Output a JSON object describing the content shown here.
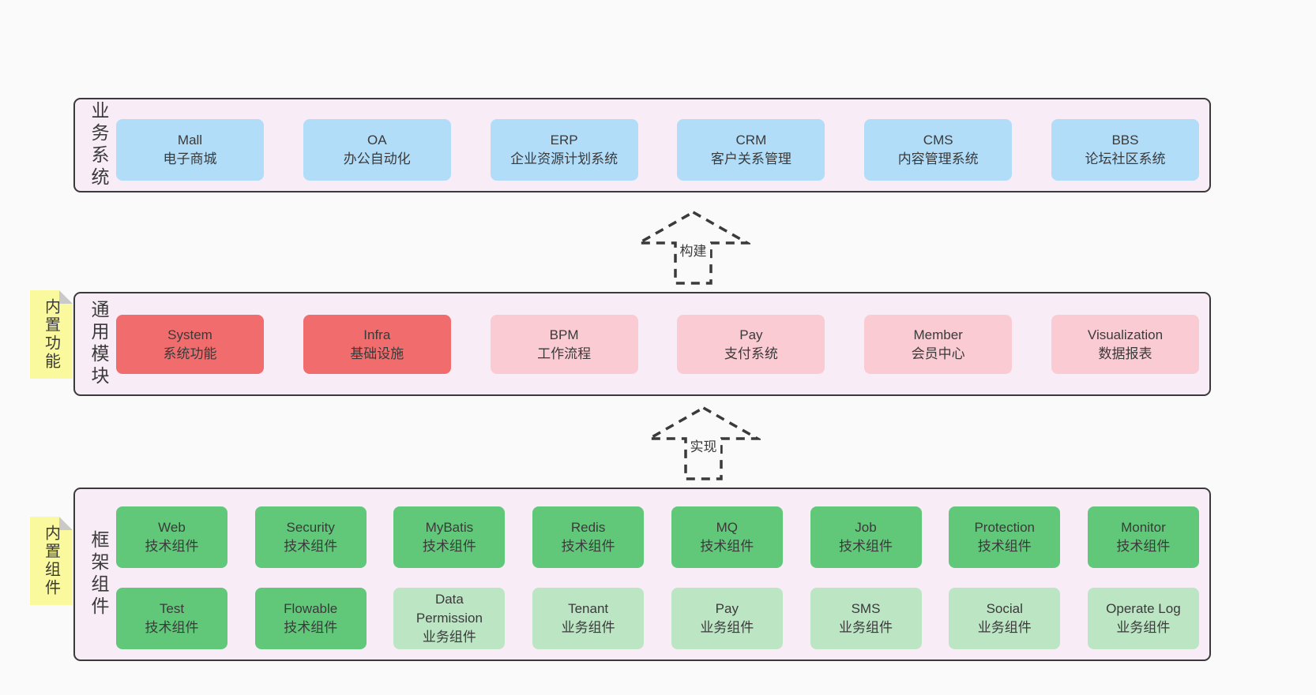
{
  "colors": {
    "page_bg": "#fafafa",
    "band_bg": "#f8ecf6",
    "band_border": "#3a3a3a",
    "business_box_blue": "#b1ddf9",
    "module_box_red": "#f16c6c",
    "module_box_pink": "#fbcbd3",
    "component_box_green_dark": "#61c87a",
    "component_box_green_light": "#bce5c4",
    "sticky_note_yellow": "#fbf99e",
    "text": "#3a3a3a"
  },
  "arrows": {
    "build": "构建",
    "implement": "实现"
  },
  "band1": {
    "label": "业务系统",
    "boxes": [
      {
        "name": "Mall",
        "desc": "电子商城"
      },
      {
        "name": "OA",
        "desc": "办公自动化"
      },
      {
        "name": "ERP",
        "desc": "企业资源计划系统"
      },
      {
        "name": "CRM",
        "desc": "客户关系管理"
      },
      {
        "name": "CMS",
        "desc": "内容管理系统"
      },
      {
        "name": "BBS",
        "desc": "论坛社区系统"
      }
    ]
  },
  "band2": {
    "label": "通用模块",
    "note": "内置功能",
    "boxes": [
      {
        "name": "System",
        "desc": "系统功能"
      },
      {
        "name": "Infra",
        "desc": "基础设施"
      },
      {
        "name": "BPM",
        "desc": "工作流程"
      },
      {
        "name": "Pay",
        "desc": "支付系统"
      },
      {
        "name": "Member",
        "desc": "会员中心"
      },
      {
        "name": "Visualization",
        "desc": "数据报表"
      }
    ]
  },
  "band3": {
    "label": "框架组件",
    "note": "内置组件",
    "row1": [
      {
        "name": "Web",
        "desc": "技术组件"
      },
      {
        "name": "Security",
        "desc": "技术组件"
      },
      {
        "name": "MyBatis",
        "desc": "技术组件"
      },
      {
        "name": "Redis",
        "desc": "技术组件"
      },
      {
        "name": "MQ",
        "desc": "技术组件"
      },
      {
        "name": "Job",
        "desc": "技术组件"
      },
      {
        "name": "Protection",
        "desc": "技术组件"
      },
      {
        "name": "Monitor",
        "desc": "技术组件"
      }
    ],
    "row2": [
      {
        "name": "Test",
        "desc": "技术组件"
      },
      {
        "name": "Flowable",
        "desc": "技术组件"
      },
      {
        "name": "Data Permission",
        "desc": "业务组件"
      },
      {
        "name": "Tenant",
        "desc": "业务组件"
      },
      {
        "name": "Pay",
        "desc": "业务组件"
      },
      {
        "name": "SMS",
        "desc": "业务组件"
      },
      {
        "name": "Social",
        "desc": "业务组件"
      },
      {
        "name": "Operate Log",
        "desc": "业务组件"
      }
    ]
  }
}
